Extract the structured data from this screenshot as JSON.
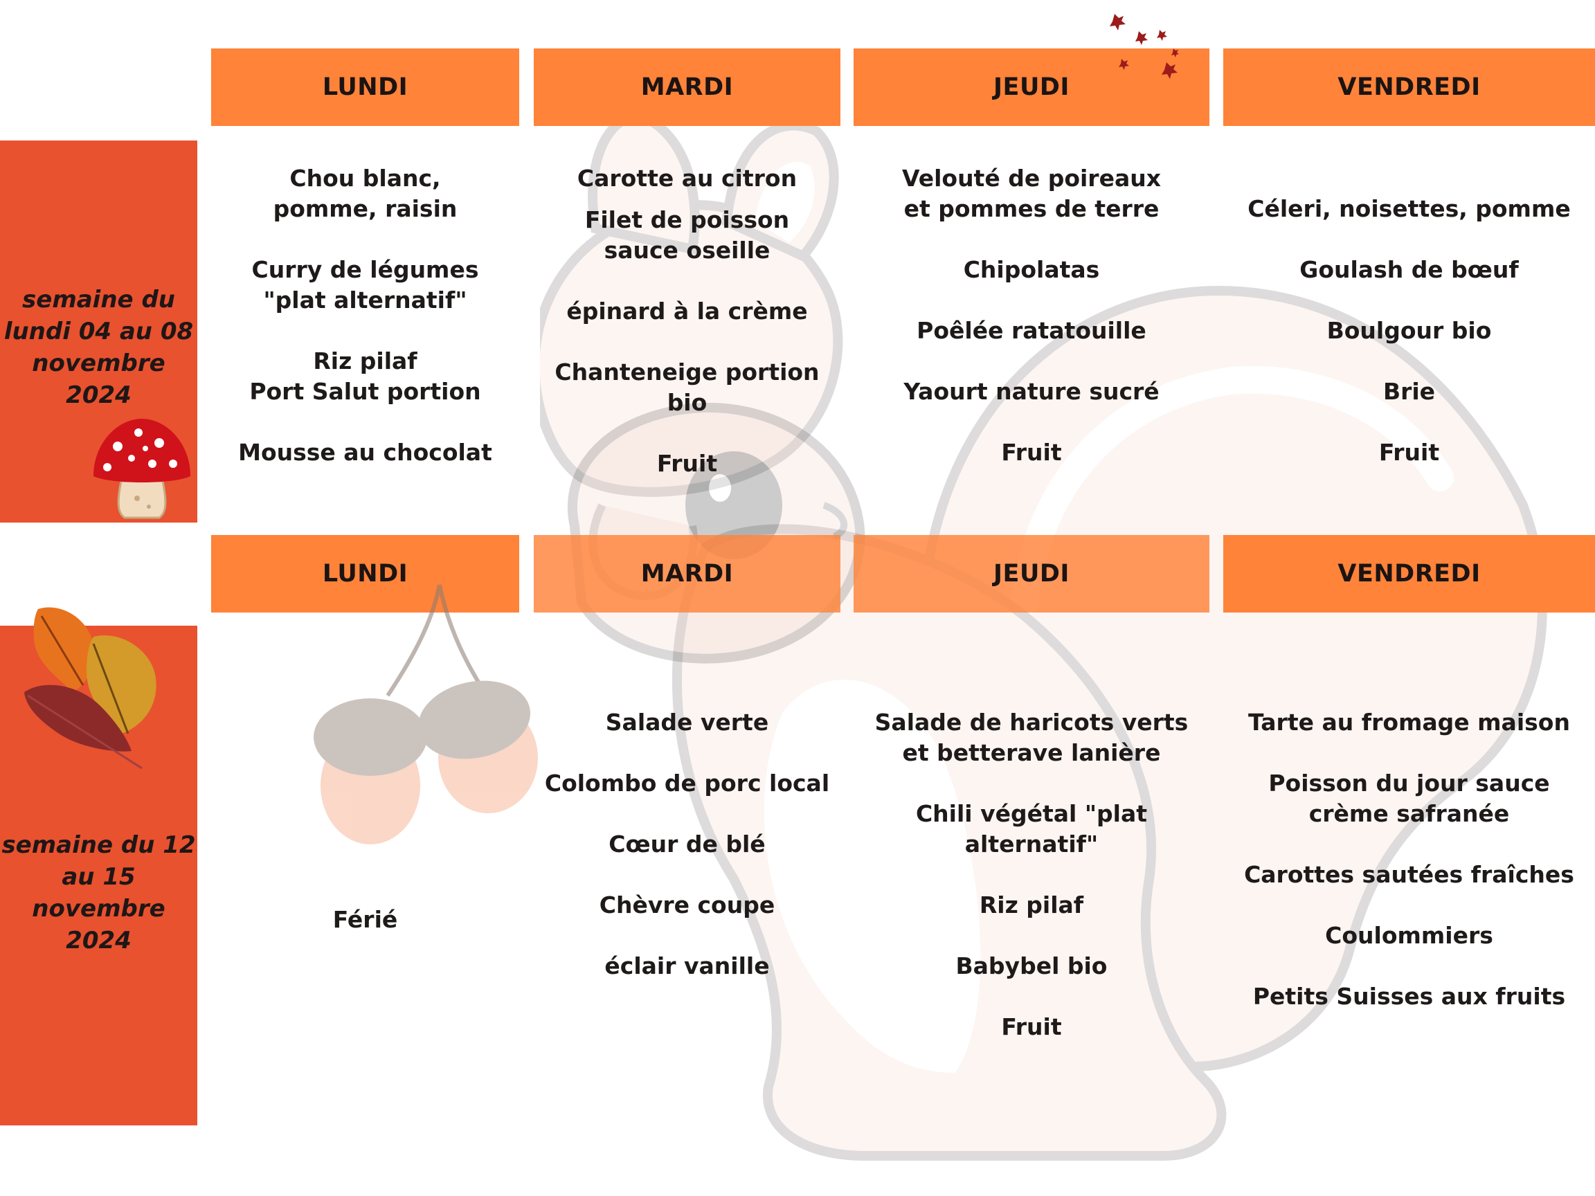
{
  "week1": {
    "label": "semaine du\nlundi 04 au 08\nnovembre 2024",
    "days": [
      "LUNDI",
      "MARDI",
      "JEUDI",
      "VENDREDI"
    ],
    "lundi": [
      "Chou blanc, pomme, raisin",
      "Curry de légumes \"plat alternatif\"",
      "Riz pilaf",
      "Port Salut portion",
      "Mousse au chocolat"
    ],
    "mardi": [
      "Carotte au citron",
      "Filet de poisson sauce oseille",
      "épinard à la crème",
      "Chanteneige portion bio",
      "Fruit"
    ],
    "jeudi": [
      "Velouté de poireaux et pommes de terre",
      "Chipolatas",
      "Poêlée ratatouille",
      "Yaourt nature sucré",
      "Fruit"
    ],
    "vendredi": [
      "Céleri, noisettes, pomme",
      "Goulash de bœuf",
      "Boulgour bio",
      "Brie",
      "Fruit"
    ]
  },
  "week2": {
    "label": "semaine du 12\nau 15\nnovembre 2024",
    "days": [
      "LUNDI",
      "MARDI",
      "JEUDI",
      "VENDREDI"
    ],
    "lundi": [
      "Férié"
    ],
    "mardi": [
      "Salade verte",
      "Colombo de porc local",
      "Cœur de blé",
      "Chèvre coupe",
      "éclair vanille"
    ],
    "jeudi": [
      "Salade de haricots verts et betterave lanière",
      "Chili végétal \"plat alternatif\"",
      "Riz pilaf",
      "Babybel bio",
      "Fruit"
    ],
    "vendredi": [
      "Tarte au fromage maison",
      "Poisson du jour sauce crème safranée",
      "Carottes sautées fraîches",
      "Coulommiers",
      "Petits Suisses aux fruits"
    ]
  },
  "colors": {
    "sidebar": "#e8522f",
    "header": "#ff8339",
    "text": "#1f1a1a"
  },
  "icons": [
    "squirrel-watermark",
    "mushroom-icon",
    "autumn-leaves-icon",
    "acorns-icon",
    "falling-leaves-icon"
  ]
}
